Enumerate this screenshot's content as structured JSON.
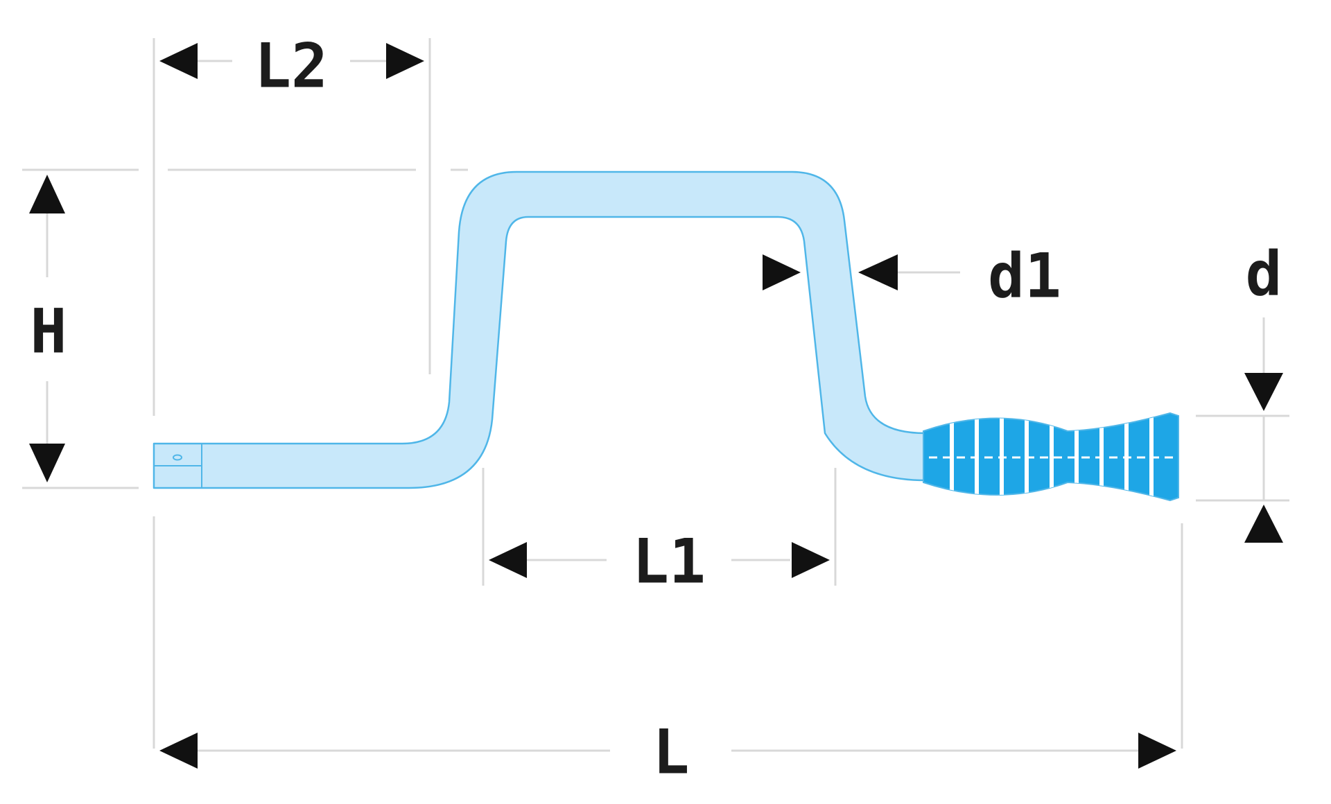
{
  "labels": {
    "l2": "L2",
    "h": "H",
    "d1": "d1",
    "d": "d",
    "l1": "L1",
    "l": "L"
  },
  "colors": {
    "crank_fill": "#c8e8fa",
    "crank_outline": "#4fb6e8",
    "handle_fill": "#1ea6e6",
    "handle_stripe": "#ffffff",
    "dimension_line": "#d8d8d8",
    "arrow": "#111111",
    "text": "#1c1c1c"
  },
  "icons": {
    "arrow": "filled-triangle-arrowhead",
    "square_drive_end": "square-drive-end"
  }
}
